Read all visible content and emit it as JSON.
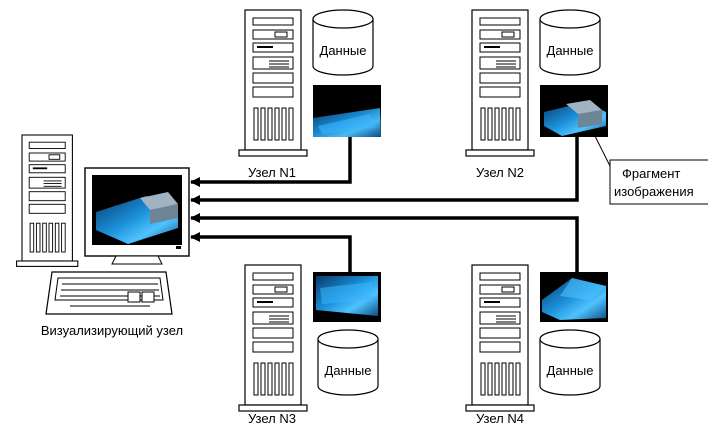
{
  "nodes": {
    "n1": {
      "label": "Узел N1",
      "storage_label": "Данные"
    },
    "n2": {
      "label": "Узел N2",
      "storage_label": "Данные"
    },
    "n3": {
      "label": "Узел N3",
      "storage_label": "Данные"
    },
    "n4": {
      "label": "Узел N4",
      "storage_label": "Данные"
    }
  },
  "viz_node": {
    "label": "Визуализирующий узел"
  },
  "callout": {
    "line1": "Фрагмент",
    "line2": "изображения"
  },
  "colors": {
    "fragment_blue": "#1a8fd8",
    "fragment_bg": "#000000",
    "arrow": "#000000"
  }
}
